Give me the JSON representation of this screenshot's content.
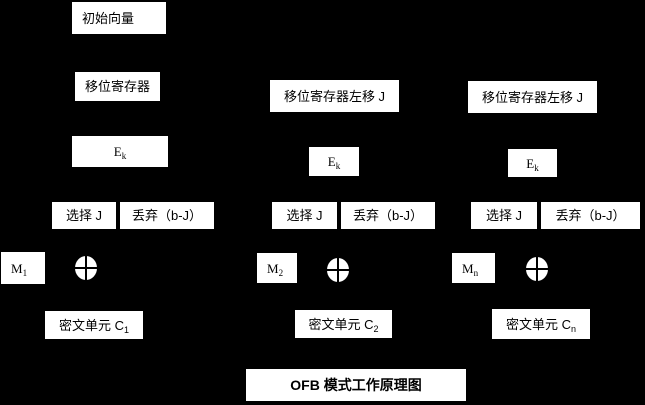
{
  "colors": {
    "background": "#000000",
    "box_fill": "#ffffff",
    "box_text": "#000000"
  },
  "title": "OFB 模式工作原理图",
  "diagram": {
    "col1": {
      "init_vector": "初始向量",
      "shift_register": "移位寄存器",
      "cipher_key_base": "E",
      "cipher_key_sub": "k",
      "select": "选择 J",
      "discard": "丢弃（b-J）",
      "message_base": "M",
      "message_sub": "1",
      "cipher_unit_base": "密文单元 C",
      "cipher_unit_sub": "1"
    },
    "col2": {
      "shift_register": "移位寄存器左移 J",
      "cipher_key_base": "E",
      "cipher_key_sub": "k",
      "select": "选择 J",
      "discard": "丢弃（b-J）",
      "message_base": "M",
      "message_sub": "2",
      "cipher_unit_base": "密文单元 C",
      "cipher_unit_sub": "2"
    },
    "col3": {
      "shift_register": "移位寄存器左移 J",
      "cipher_key_base": "E",
      "cipher_key_sub": "k",
      "select": "选择 J",
      "discard": "丢弃（b-J）",
      "message_base": "M",
      "message_sub": "n",
      "cipher_unit_base": "密文单元 C",
      "cipher_unit_sub": "n"
    }
  },
  "icons": {
    "xor": "xor-plus-in-circle"
  }
}
